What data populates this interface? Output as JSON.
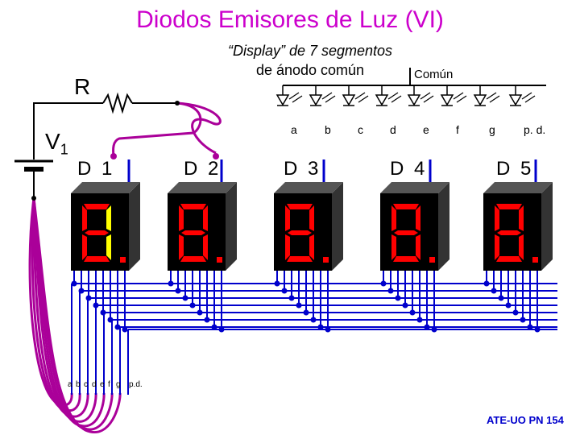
{
  "title": "Diodos Emisores de Luz (VI)",
  "subtitle_line1": "“Display” de 7 segmentos",
  "subtitle_line2": "de ánodo común",
  "common_label": "Común",
  "resistor_label": "R",
  "source_label": "V",
  "source_subscript": "1",
  "display_labels": [
    "D 1",
    "D 2",
    "D 3",
    "D 4",
    "D 5"
  ],
  "segment_labels": [
    "a",
    "b",
    "c",
    "d",
    "e",
    "f",
    "g",
    "p. d."
  ],
  "bus_labels": [
    "a",
    "b",
    "c",
    "d",
    "e",
    "f",
    "g",
    "p.d."
  ],
  "footer": "ATE-UO PN 154",
  "active_segments_D1": [
    "b",
    "c"
  ],
  "colors": {
    "title": "#cc00cc",
    "wire": "#aa0099",
    "bus": "#0000cc",
    "segment_on": "#ffff00",
    "segment_off": "#ff0000",
    "display_body": "#000000",
    "footer": "#0000cc"
  }
}
